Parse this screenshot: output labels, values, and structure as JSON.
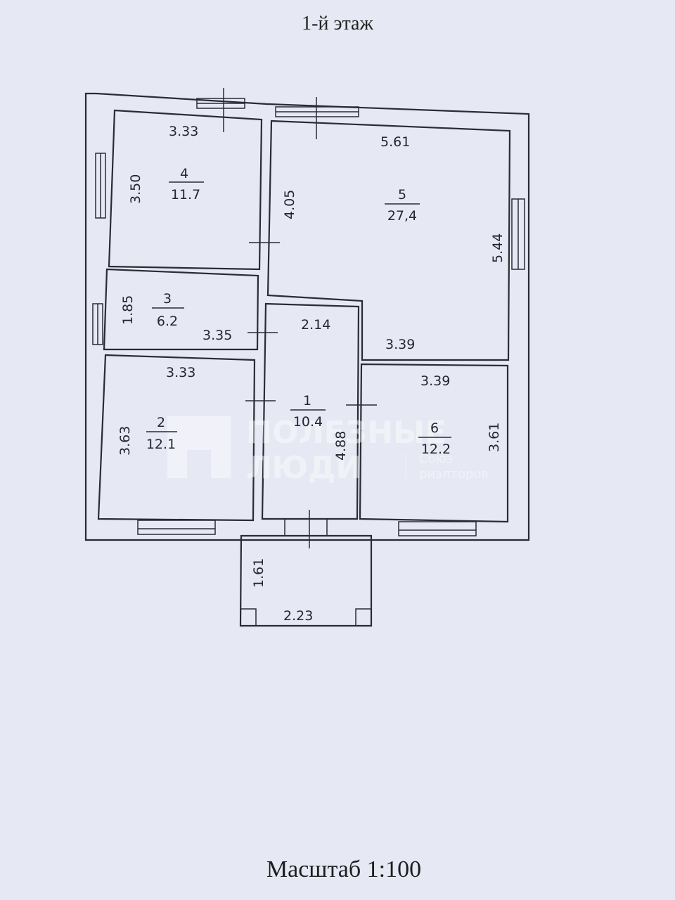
{
  "title": "1-й этаж",
  "scale": "Масштаб 1:100",
  "watermark": {
    "line1": "ПОЛЕЗНЫЕ",
    "line2": "ЛЮДИ",
    "sub1": "Союз",
    "sub2": "риэлторов"
  },
  "rooms": [
    {
      "number": "1",
      "area": "10.4",
      "dims": [
        "2.14",
        "4.88"
      ]
    },
    {
      "number": "2",
      "area": "12.1",
      "dims": [
        "3.33",
        "3.63"
      ]
    },
    {
      "number": "3",
      "area": "6.2",
      "dims": [
        "3.35",
        "1.85"
      ]
    },
    {
      "number": "4",
      "area": "11.7",
      "dims": [
        "3.33",
        "3.50"
      ]
    },
    {
      "number": "5",
      "area": "27,4",
      "dims": [
        "5.61",
        "4.05",
        "5.44",
        "3.39"
      ]
    },
    {
      "number": "6",
      "area": "12.2",
      "dims": [
        "3.39",
        "3.61"
      ]
    }
  ],
  "porch": {
    "dims": [
      "2.23",
      "1.61"
    ]
  }
}
